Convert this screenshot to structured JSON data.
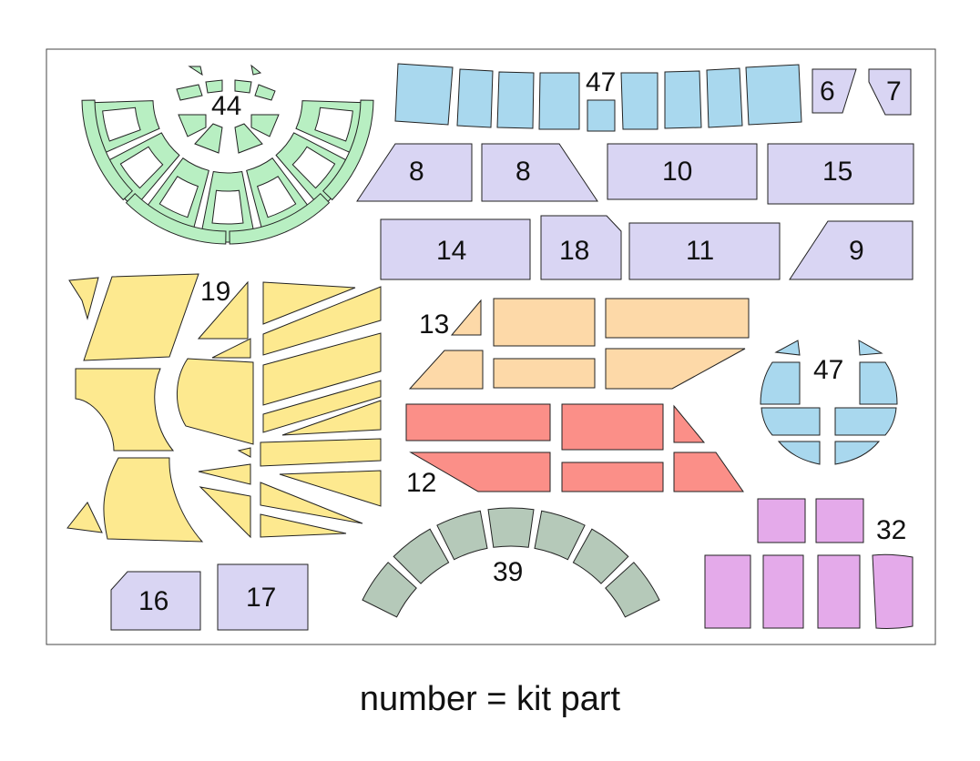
{
  "caption": "number = kit part",
  "colors": {
    "green": "#b8efc2",
    "blue": "#a9d8ee",
    "lavender": "#d9d5f3",
    "yellow": "#fde98f",
    "peach": "#fdd9a8",
    "red": "#fb8f88",
    "gray_green": "#b5c9b9",
    "pink": "#e4aaea"
  },
  "labels": {
    "l44": "44",
    "l47_top": "47",
    "l6": "6",
    "l7": "7",
    "l8a": "8",
    "l8b": "8",
    "l10": "10",
    "l15": "15",
    "l14": "14",
    "l18": "18",
    "l11": "11",
    "l9": "9",
    "l19": "19",
    "l13": "13",
    "l47_round": "47",
    "l12": "12",
    "l32": "32",
    "l39": "39",
    "l16": "16",
    "l17": "17"
  }
}
